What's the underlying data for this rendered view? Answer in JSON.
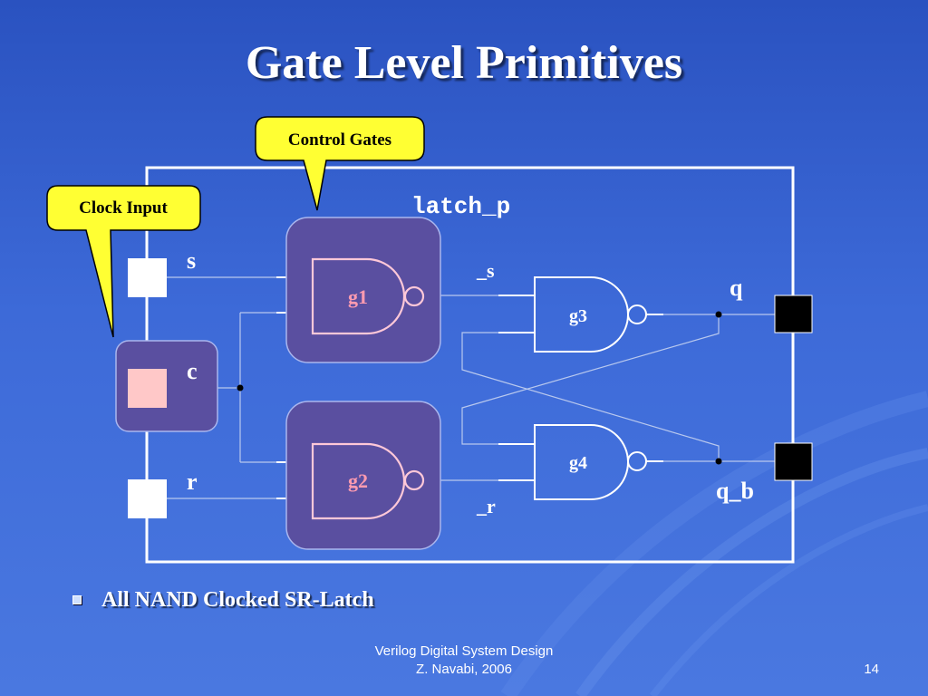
{
  "slide": {
    "title": "Gate Level Primitives",
    "bullet": "All NAND Clocked SR-Latch",
    "footer_line1": "Verilog Digital System Design",
    "footer_line2": "Z. Navabi, 2006",
    "page_number": "14"
  },
  "diagram": {
    "module_name": "latch_p",
    "inputs": {
      "s": "s",
      "c": "c",
      "r": "r"
    },
    "outputs": {
      "q": "q",
      "q_b": "q_b"
    },
    "gates": {
      "g1": "g1",
      "g2": "g2",
      "g3": "g3",
      "g4": "g4"
    },
    "wires": {
      "s_bar": "_s",
      "r_bar": "_r"
    },
    "callouts": {
      "control_gates": "Control Gates",
      "clock_input": "Clock Input"
    },
    "colors": {
      "background": "#3a66d6",
      "group_fill": "#5a4fa0",
      "callout_fill": "#ffff33",
      "gate_stroke_control": "#ffc8d8",
      "gate_label_control": "#ff9bb0",
      "clock_port": "#ffc8c8",
      "output_port": "#000000"
    }
  }
}
